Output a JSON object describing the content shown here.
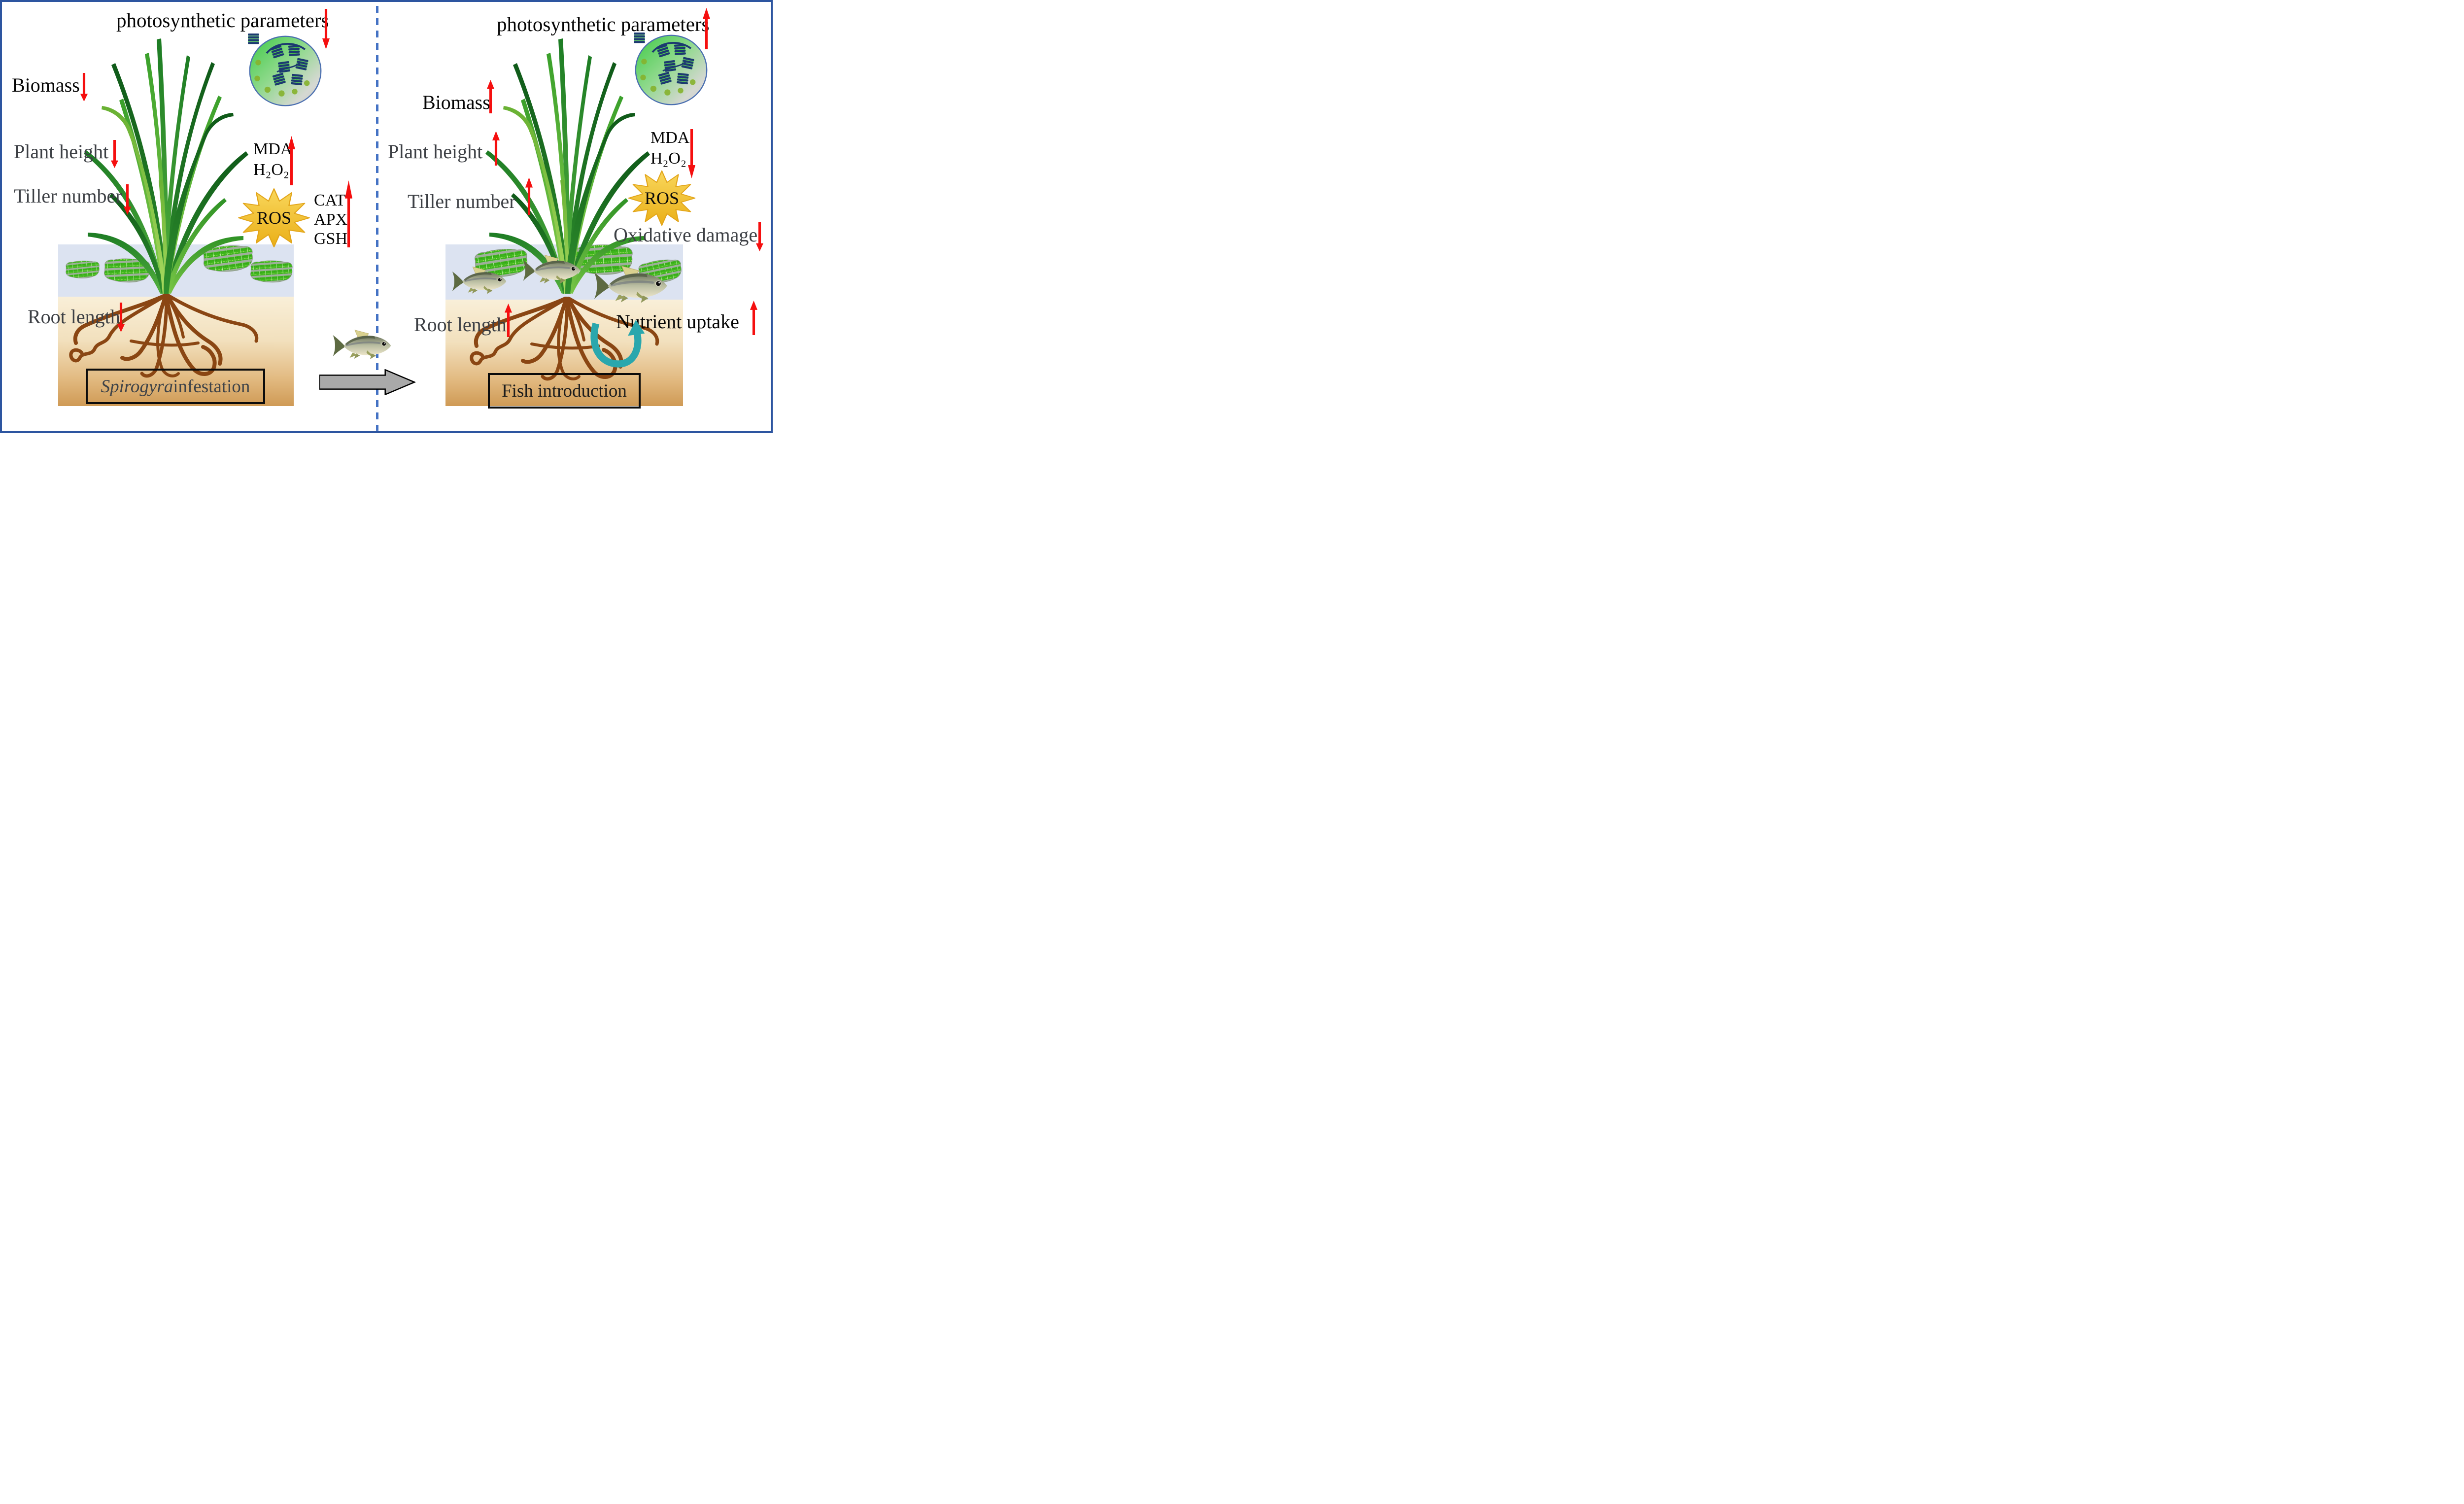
{
  "figure": {
    "divider": {
      "style": "dashed-vertical-line"
    },
    "transition": {
      "symbol": "fish-and-gray-arrow",
      "meaning": "fish introduction applied to infested system"
    }
  },
  "left": {
    "title": {
      "text": "photosynthetic parameters",
      "trend": "down"
    },
    "items": {
      "biomass": {
        "label": "Biomass",
        "trend": "down"
      },
      "plant_height": {
        "label": "Plant height",
        "trend": "down"
      },
      "tiller_number": {
        "label": "Tiller number",
        "trend": "down"
      },
      "mda_h2o2": {
        "label_1": "MDA",
        "label_2": "H₂O₂",
        "trend": "up"
      },
      "ros": {
        "label": "ROS"
      },
      "enzymes": {
        "label_1": "CAT",
        "label_2": "APX",
        "label_3": "GSH",
        "trend": "up"
      },
      "root_length": {
        "label": "Root length",
        "trend": "down"
      }
    },
    "caption": {
      "italic": "Spirogyra",
      "rest": " infestation"
    }
  },
  "right": {
    "title": {
      "text": "photosynthetic parameters",
      "trend": "up"
    },
    "items": {
      "biomass": {
        "label": "Biomass",
        "trend": "up"
      },
      "plant_height": {
        "label": "Plant height",
        "trend": "up"
      },
      "tiller_number": {
        "label": "Tiller number",
        "trend": "up"
      },
      "mda_h2o2": {
        "label_1": "MDA",
        "label_2": "H₂O₂",
        "trend": "down"
      },
      "ros": {
        "label": "ROS"
      },
      "oxidative_damage": {
        "label": "Oxidative damage",
        "trend": "down"
      },
      "root_length": {
        "label": "Root length",
        "trend": "up"
      },
      "nutrient_uptake": {
        "label": "Nutrient uptake",
        "trend": "up"
      }
    },
    "caption": {
      "rest": "Fish introduction"
    }
  },
  "colors": {
    "frame_border": "#2d55a0",
    "divider_dash": "#4472c4",
    "red_arrow": "#f50f0f",
    "ros_star": "#f0bc2e",
    "water_band": "#dce3f1",
    "soil_top": "#f9efd8",
    "soil_bottom": "#cf9a55",
    "root_brown": "#8a4613",
    "nutrient_arrow": "#2aa7ad",
    "label_gray": "#3d4045",
    "label_black": "#050505"
  }
}
